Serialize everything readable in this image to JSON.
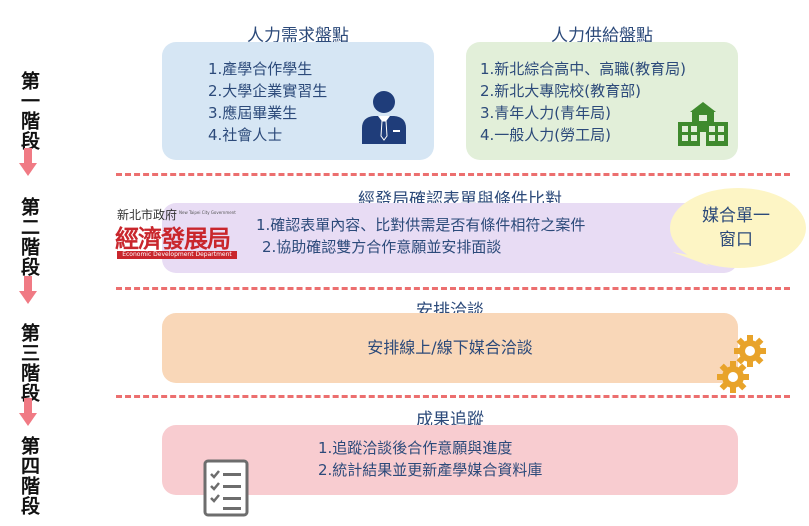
{
  "stages": [
    {
      "label": "第一階段"
    },
    {
      "label": "第二階段"
    },
    {
      "label": "第三階段"
    },
    {
      "label": "第四階段"
    }
  ],
  "demand": {
    "title": "人力需求盤點",
    "items": [
      "1.產學合作學生",
      "2.大學企業實習生",
      "3.應屆畢業生",
      "4.社會人士"
    ]
  },
  "supply": {
    "title": "人力供給盤點",
    "items": [
      "1.新北綜合高中、高職(教育局)",
      "2.新北大專院校(教育部)",
      "3.青年人力(青年局)",
      "4.一般人力(勞工局)"
    ]
  },
  "stage2": {
    "title": "經發局確認表單與條件比對",
    "items": [
      "1.確認表單內容、比對供需是否有條件相符之案件",
      "2.協助確認雙方合作意願並安排面談"
    ],
    "callout_line1": "媒合單一",
    "callout_line2": "窗口"
  },
  "logo": {
    "top_text": "新北市政府",
    "small_en": "New Taipei City Government",
    "main_text": "經濟發展局",
    "sub_en": "Economic Development Department"
  },
  "stage3": {
    "title": "安排洽談",
    "item": "安排線上/線下媒合洽談"
  },
  "stage4": {
    "title": "成果追蹤",
    "items": [
      "1.追蹤洽談後合作意願與進度",
      "2.統計結果並更新產學媒合資料庫"
    ]
  },
  "colors": {
    "demand_box": "#d6e6f4",
    "supply_box": "#e2efd9",
    "stage2_box": "#e8dcf4",
    "stage3_box": "#f9d7b8",
    "stage4_box": "#f8ccd0",
    "callout": "#fdf5c5",
    "dash": "#ec6f6f",
    "arrow": "#f07a84"
  }
}
